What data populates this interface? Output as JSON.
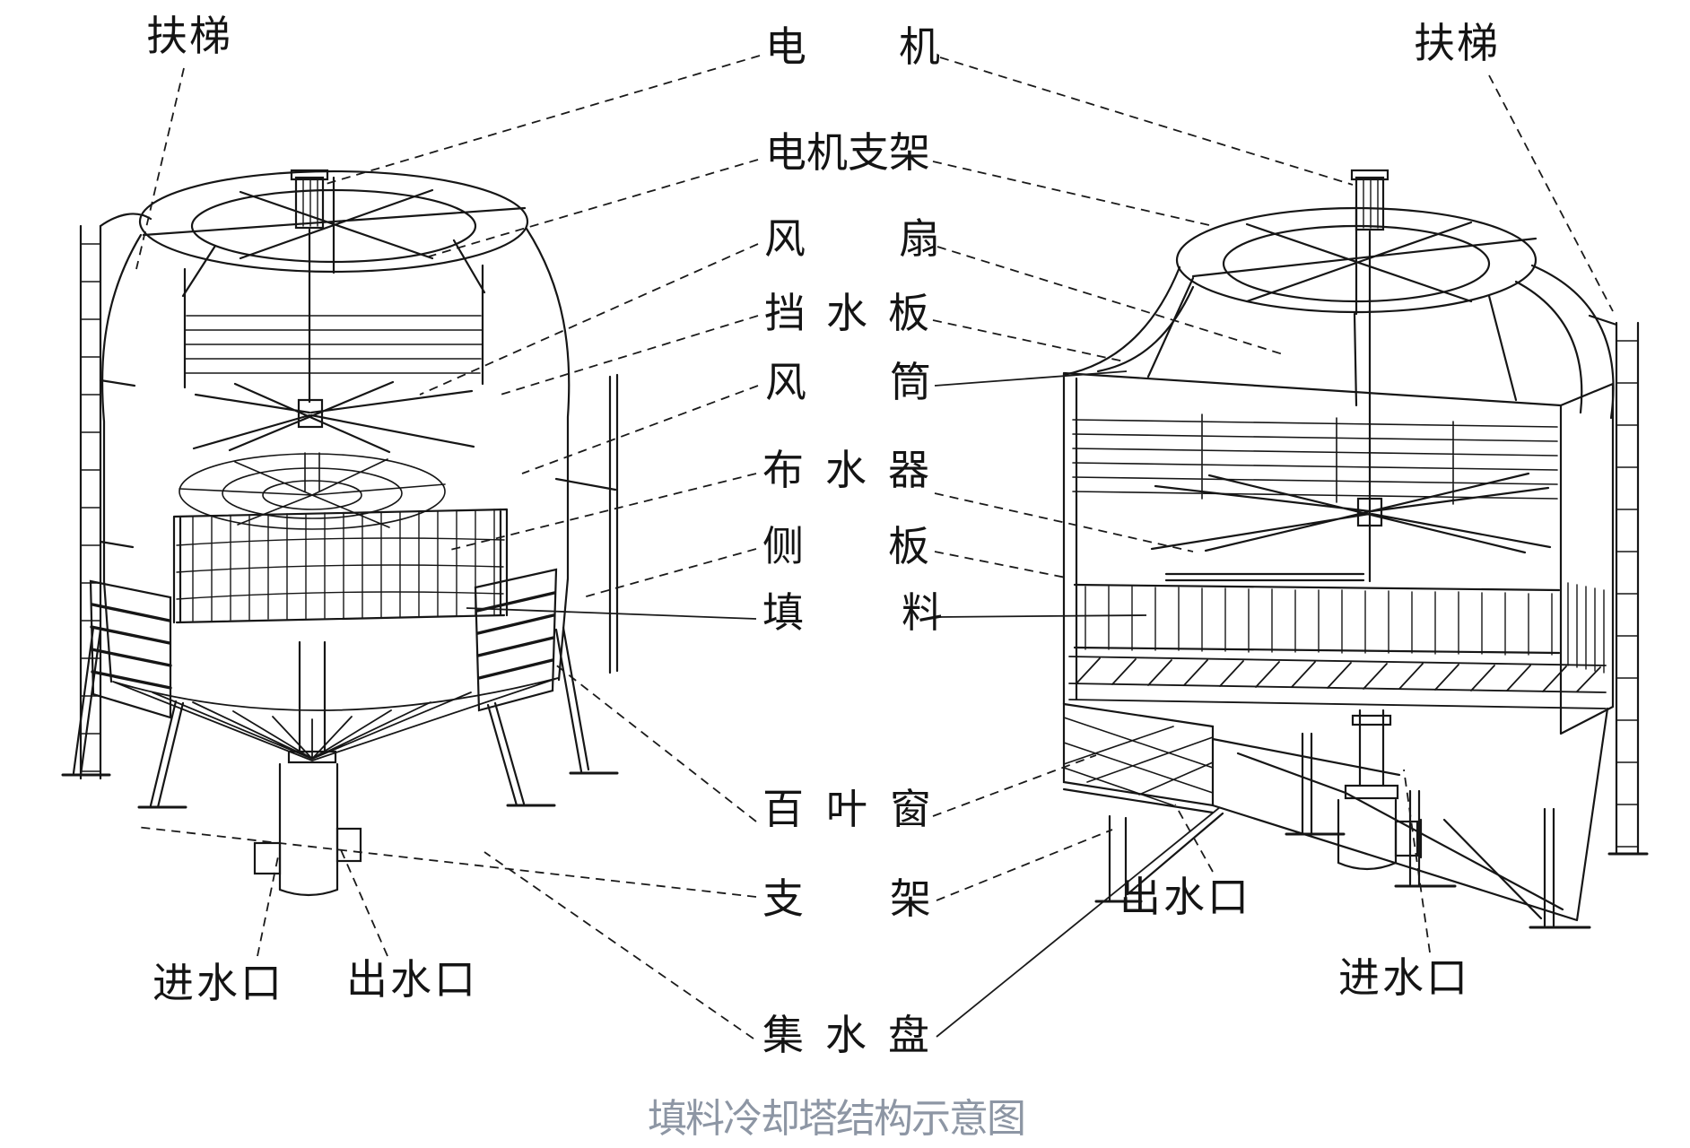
{
  "title": {
    "text": "填料冷却塔结构示意图",
    "color": "#8d96a4"
  },
  "labels": {
    "ladder_left": "扶梯",
    "ladder_right": "扶梯",
    "motor": "电机",
    "motor_bracket": "电机支架",
    "fan": "风扇",
    "water_baffle": "挡水板",
    "fan_duct": "风筒",
    "water_distributor": "布水器",
    "side_panel": "侧板",
    "packing": "填料",
    "louver": "百叶窗",
    "support_frame": "支架",
    "water_basin": "集水盘",
    "inlet_left": "进水口",
    "outlet_left": "出水口",
    "outlet_right": "出水口",
    "inlet_right": "进水口"
  },
  "line_color": "#161616"
}
